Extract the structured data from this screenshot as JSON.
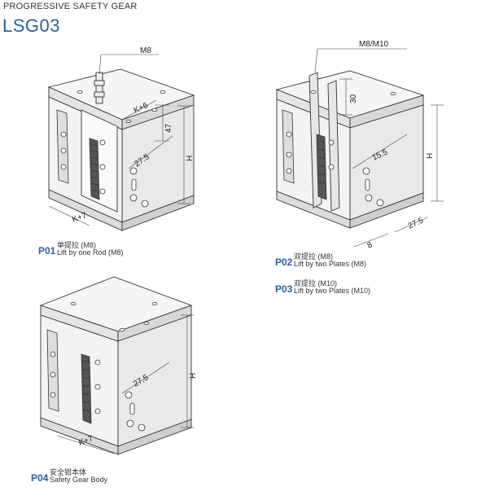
{
  "header": {
    "category": "PROGRESSIVE SAFETY GEAR",
    "model": "LSG03"
  },
  "figures": {
    "p01": {
      "code": "P01",
      "label_zh": "单提拉 (M8)",
      "label_en": "Lift by one Rod (M8)",
      "dims": {
        "rod": "M8",
        "k6": "K+6",
        "d47": "47",
        "d275": "27.5",
        "h": "H",
        "k7": "K+7"
      }
    },
    "p02": {
      "code": "P02",
      "label_zh": "双提拉 (M8)",
      "label_en": "Lift by two Plates (M8)",
      "dims": {
        "rod": "M8/M10",
        "d30": "30",
        "d155": "15.5",
        "h": "H",
        "d275": "27.5",
        "d8": "8"
      }
    },
    "p03": {
      "code": "P03",
      "label_zh": "双提拉 (M10)",
      "label_en": "Lift by two Plates (M10)"
    },
    "p04": {
      "code": "P04",
      "label_zh": "安全钳本体",
      "label_en": "Safety Gear Body",
      "dims": {
        "d275": "27.5",
        "h": "H",
        "k7": "K+7"
      }
    }
  }
}
